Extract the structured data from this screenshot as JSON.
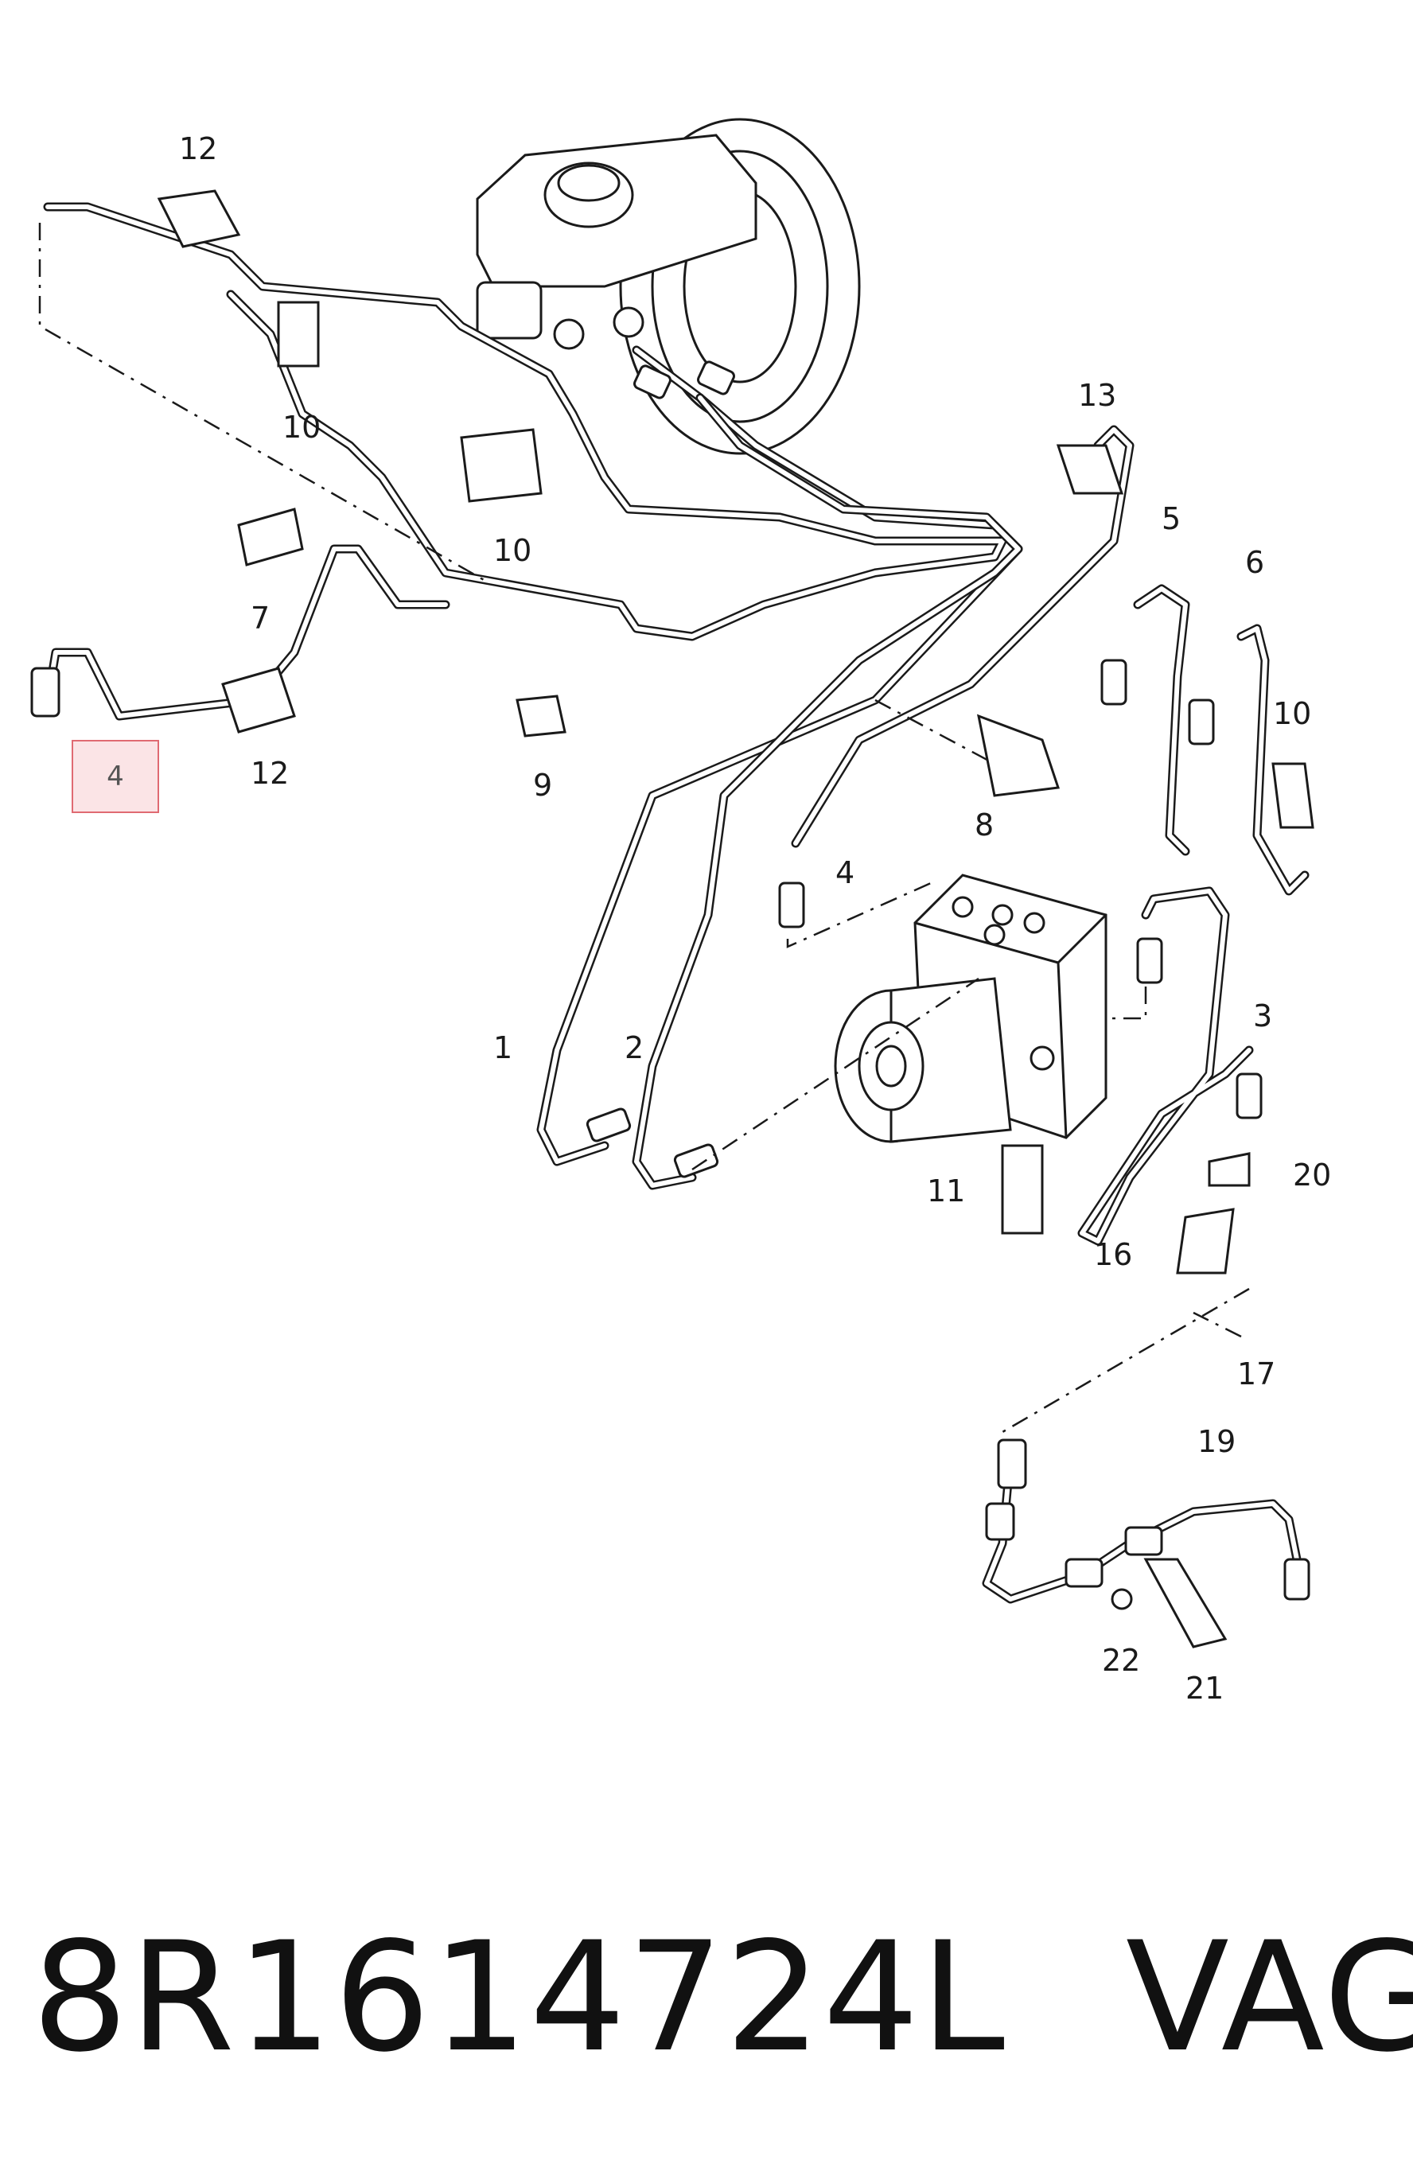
{
  "diagram": {
    "highlighted_part": "4",
    "labels": [
      "12",
      "10",
      "10",
      "7",
      "12",
      "9",
      "13",
      "5",
      "6",
      "10",
      "8",
      "4",
      "1",
      "2",
      "3",
      "20",
      "11",
      "16",
      "17",
      "19",
      "22",
      "21"
    ]
  },
  "footer": {
    "part_number": "8R1614724L",
    "brand": "VAG"
  }
}
